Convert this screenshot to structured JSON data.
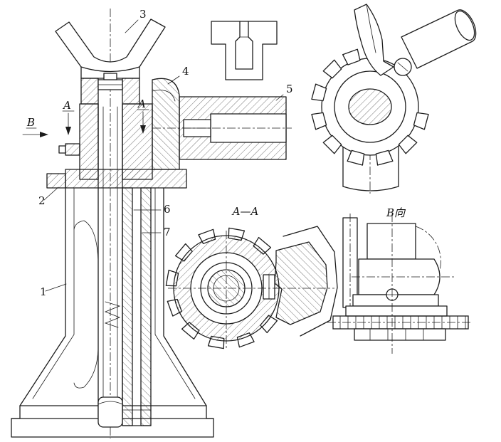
{
  "labels": {
    "p1": "1",
    "p2": "2",
    "p3": "3",
    "p4": "4",
    "p5": "5",
    "p6": "6",
    "p7": "7",
    "a_left": "A",
    "a_right": "A",
    "b": "B",
    "section_aa": "A—A",
    "view_b": "B向"
  },
  "colors": {
    "line": "#1c1c1c",
    "background": "#ffffff",
    "hatch": "#3a3a3a"
  }
}
